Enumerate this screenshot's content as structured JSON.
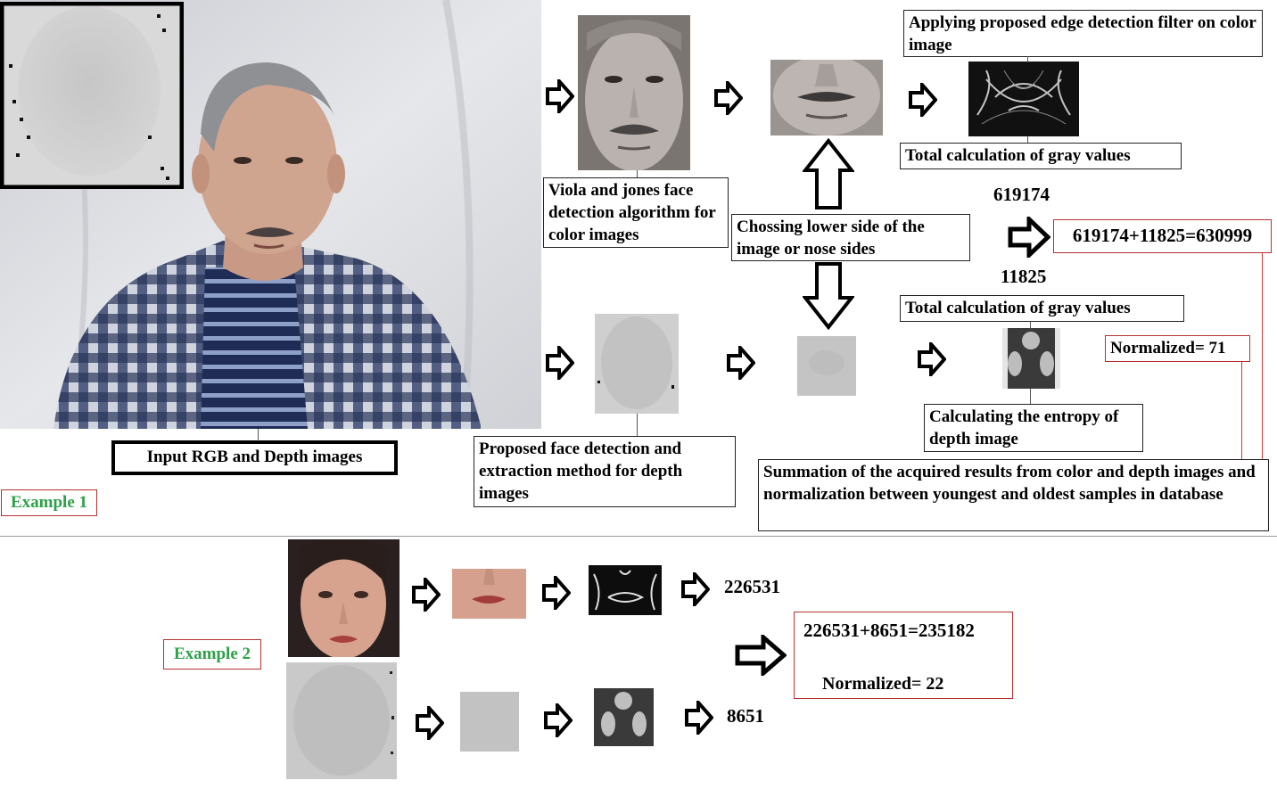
{
  "labels": {
    "input": "Input RGB and Depth images",
    "viola": "Viola and jones face detection algorithm for color images",
    "lower_side": "Chossing lower side of the image or nose sides",
    "edge_filter": "Applying proposed edge detection filter on color image",
    "gray_color": "Total calculation of gray values",
    "gray_depth": "Total calculation of gray values",
    "depth_detect": "Proposed face detection and extraction method for depth images",
    "entropy": "Calculating the entropy of depth image",
    "summation": "Summation of the acquired results from color and depth images and normalization between youngest and oldest samples in database"
  },
  "example1": {
    "label": "Example 1",
    "color_value": "619174",
    "depth_value": "11825",
    "sum": "619174+11825=630999",
    "normalized": "Normalized= 71"
  },
  "example2": {
    "label": "Example 2",
    "color_value": "226531",
    "depth_value": "8651",
    "sum": "226531+8651=235182",
    "normalized": "Normalized= 22"
  },
  "colors": {
    "accent_green": "#2ea04a",
    "accent_red": "#c53a3a",
    "backdrop": "#dcdde0",
    "shirt_blue": "#3c4b72"
  }
}
